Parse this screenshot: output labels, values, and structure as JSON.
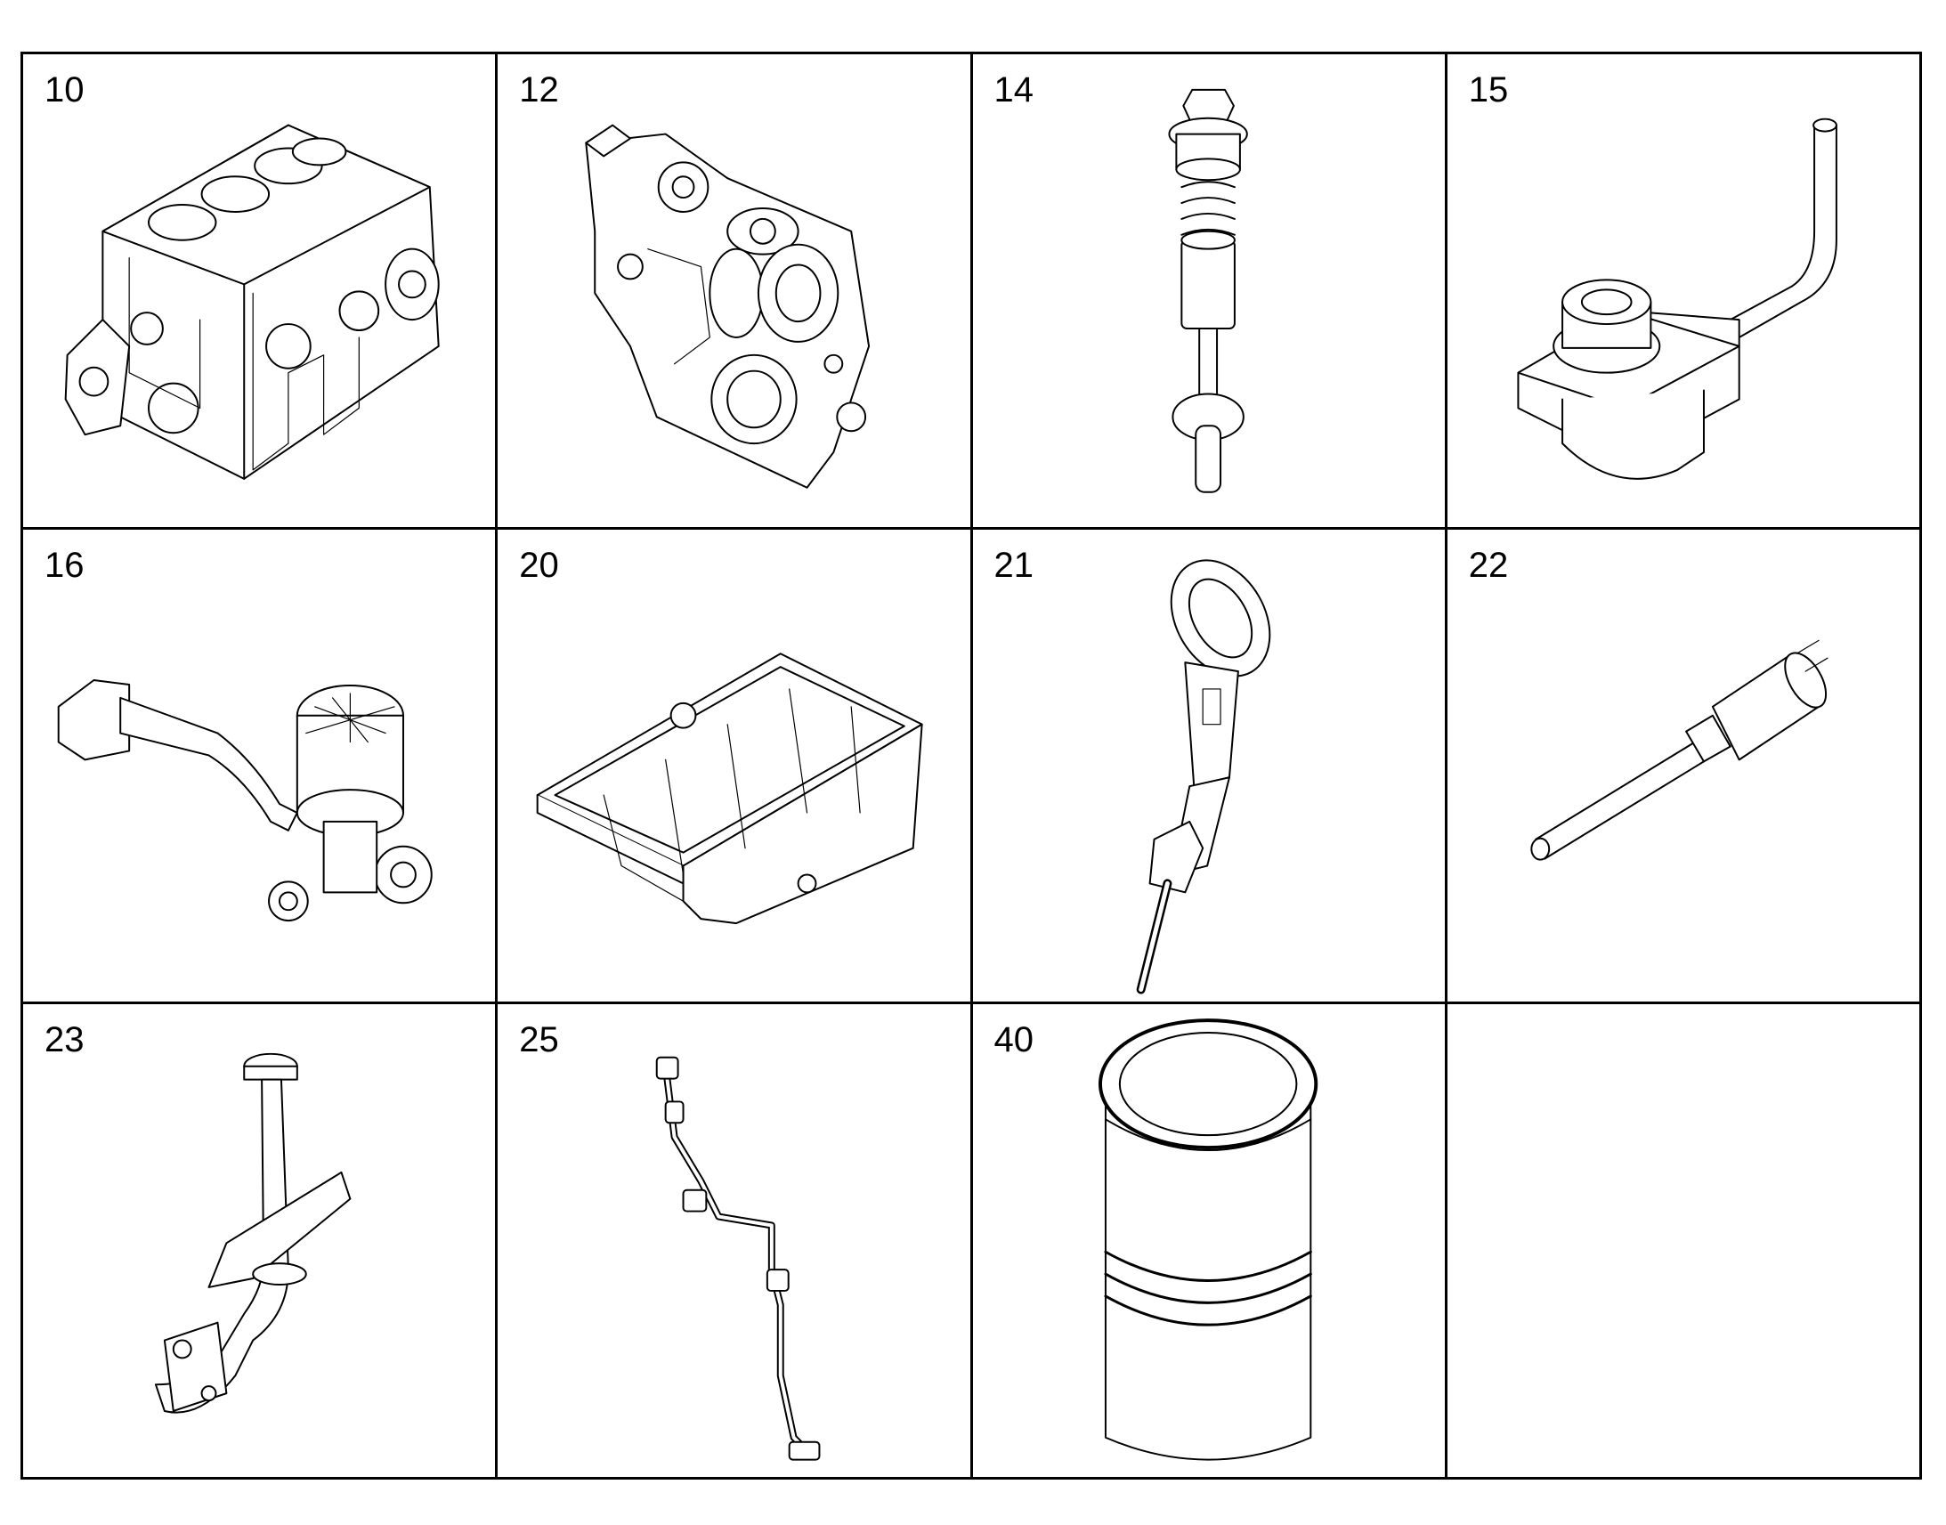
{
  "parts": [
    {
      "number": "10",
      "icon": "engine-block-icon"
    },
    {
      "number": "12",
      "icon": "timing-cover-icon"
    },
    {
      "number": "14",
      "icon": "valve-plug-icon"
    },
    {
      "number": "15",
      "icon": "oil-nozzle-icon"
    },
    {
      "number": "16",
      "icon": "breather-hose-icon"
    },
    {
      "number": "20",
      "icon": "oil-pan-icon"
    },
    {
      "number": "21",
      "icon": "dipstick-icon"
    },
    {
      "number": "22",
      "icon": "sensor-icon"
    },
    {
      "number": "23",
      "icon": "oil-filler-tube-icon"
    },
    {
      "number": "25",
      "icon": "oil-line-icon"
    },
    {
      "number": "40",
      "icon": "cylinder-liner-icon"
    },
    {
      "number": "",
      "icon": ""
    }
  ]
}
